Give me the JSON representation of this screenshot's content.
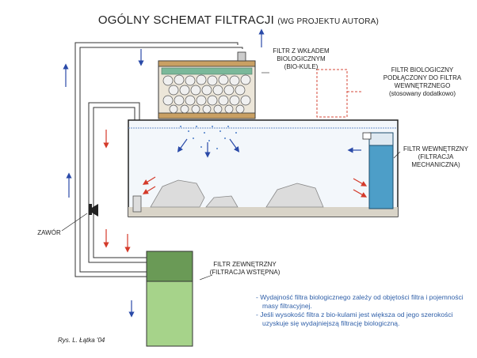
{
  "title": "OGÓLNY SCHEMAT FILTRACJI",
  "subtitle": "(WG PROJEKTU AUTORA)",
  "labels": {
    "bio_filter": [
      "FILTR Z WKŁADEM",
      "BIOLOGICZNYM",
      "(BIO-KULE)"
    ],
    "bio_filter_internal": [
      "FILTR BIOLOGICZNY",
      "PODŁĄCZONY DO FILTRA",
      "WEWNĘTRZNEGO",
      "(stosowany dodatkowo)"
    ],
    "internal_filter": [
      "FILTR WEWNĘTRZNY",
      "(FILTRACJA",
      "MECHANICZNA)"
    ],
    "valve": "ZAWÓR",
    "external_filter": [
      "FILTR ZEWNĘTRZNY",
      "(FILTRACJA WSTĘPNA)"
    ]
  },
  "notes": [
    "- Wydajność filtra biologicznego zależy od objętości filtra i pojemności masy filtracyjnej.",
    "- Jeśli wysokość filtra z bio-kulami jest większa od jego szerokości uzyskuje się wydajniejszą filtrację biologiczną."
  ],
  "author": "Rys. L. Łątka '04",
  "colors": {
    "tank_outline": "#222222",
    "water": "#eef4fa",
    "arrow_blue": "#2a4aa8",
    "arrow_red": "#d43a2a",
    "internal_filter": "#4d9ec8",
    "external_filter_top": "#6a9a56",
    "external_filter_bottom": "#a6d38a",
    "bio_frame": "#c9a063",
    "dashed_filter": "#d44a3a",
    "notes_text": "#2f5fa8"
  }
}
